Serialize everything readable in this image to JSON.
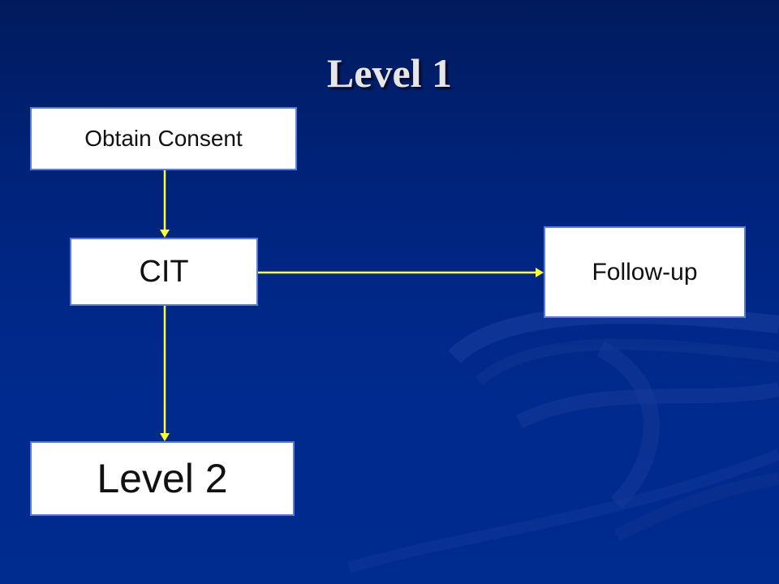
{
  "slide": {
    "title": "Level 1"
  },
  "diagram": {
    "nodes": {
      "obtain_consent": "Obtain Consent",
      "cit": "CIT",
      "follow_up": "Follow-up",
      "level_2": "Level 2"
    },
    "edges": [
      {
        "from": "obtain_consent",
        "to": "cit"
      },
      {
        "from": "cit",
        "to": "follow_up"
      },
      {
        "from": "cit",
        "to": "level_2"
      }
    ]
  },
  "colors": {
    "background": "#002b8f",
    "arrow": "#ffff33",
    "box_fill": "#ffffff",
    "box_border": "#5a7bd8",
    "title_text": "#e6e6e6"
  }
}
